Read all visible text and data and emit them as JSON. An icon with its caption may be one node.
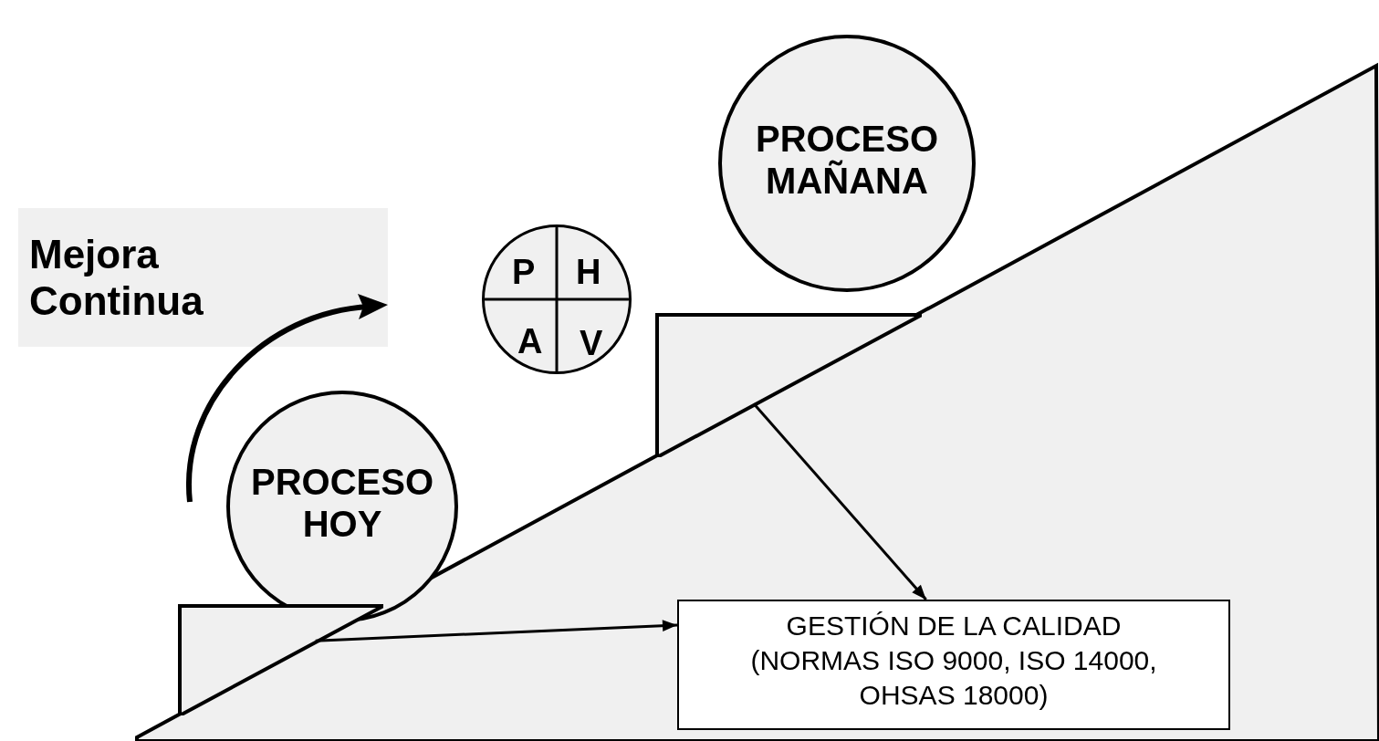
{
  "diagram": {
    "nodes": [
      {
        "text": [
          "Mejora Continua"
        ]
      },
      {
        "text": [
          "PROCESO HOY"
        ]
      },
      {
        "text": [
          "P",
          "H",
          "A",
          "V"
        ]
      },
      {
        "text": [
          "PROCESO MAÑANA"
        ]
      },
      {
        "text": [],
        "shape": "box"
      },
      {
        "text": [],
        "shape": "box"
      },
      {
        "text": [
          "GESTIÓN DE LA CALIDAD (NORMAS ISO 9000, ISO 14000, OHSAS 18000)"
        ]
      }
    ],
    "edges": [
      {
        "from": 4,
        "to": 6,
        "arrow": "to"
      },
      {
        "from": 5,
        "to": 6,
        "arrow": "to"
      }
    ]
  }
}
